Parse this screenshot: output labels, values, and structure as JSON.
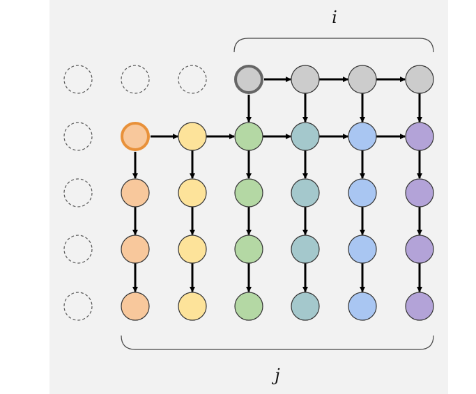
{
  "labels": {
    "i": "i",
    "j": "j"
  },
  "grid": {
    "rows": 5,
    "cols": 7,
    "empty_color": "none",
    "stroke_color": "#333333",
    "dashed_stroke_color": "#555555",
    "highlight_stroke": {
      "orange": "#e8913a",
      "gray": "#666666"
    },
    "column_colors": [
      "#f8c89c",
      "#fde39a",
      "#b4d8a4",
      "#a4c8cc",
      "#a9c6f2",
      "#b3a3d8"
    ],
    "gray_color": "#cccccc",
    "cells": [
      [
        "empty",
        "empty",
        "empty",
        "gray",
        "gray",
        "gray",
        "gray"
      ],
      [
        "empty",
        "c0",
        "c1",
        "c2",
        "c3",
        "c4",
        "c5"
      ],
      [
        "empty",
        "c0",
        "c1",
        "c2",
        "c3",
        "c4",
        "c5"
      ],
      [
        "empty",
        "c0",
        "c1",
        "c2",
        "c3",
        "c4",
        "c5"
      ],
      [
        "empty",
        "c0",
        "c1",
        "c2",
        "c3",
        "c4",
        "c5"
      ]
    ],
    "highlighted": [
      {
        "row": 0,
        "col": 3,
        "ring": "gray"
      },
      {
        "row": 1,
        "col": 1,
        "ring": "orange"
      }
    ]
  }
}
